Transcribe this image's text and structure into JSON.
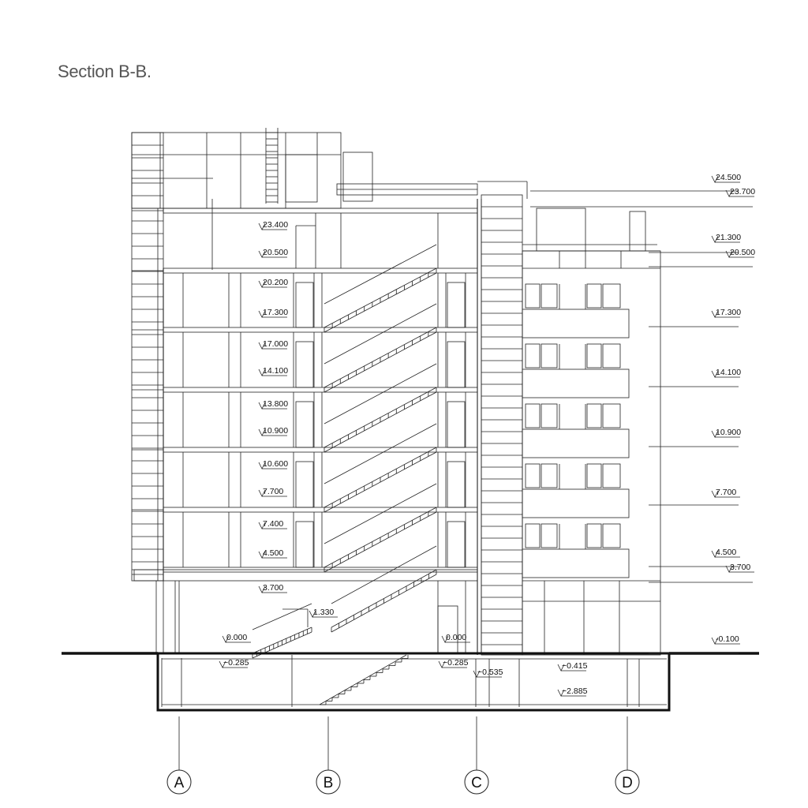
{
  "title": "Section B-B.",
  "axes": [
    "A",
    "B",
    "C",
    "D"
  ],
  "left_levels": [
    "23.400",
    "20.500",
    "20.200",
    "17.300",
    "17.000",
    "14.100",
    "13.800",
    "10.900",
    "10.600",
    "7.700",
    "7.400",
    "4.500",
    "3.700"
  ],
  "right_levels": [
    "24.500",
    "23.700",
    "21.300",
    "20.500",
    "17.300",
    "14.100",
    "10.900",
    "7.700",
    "4.500",
    "3.700",
    "-0.100"
  ],
  "ground_levels": {
    "left_ground": "0.000",
    "left_basement": "−0.285",
    "landing": "1.330",
    "mid_ground": "0.000",
    "mid_basement": "−0.285",
    "mid_basement_2": "−0.535",
    "right_basement": "−0.415",
    "basement_floor": "−2.885"
  }
}
